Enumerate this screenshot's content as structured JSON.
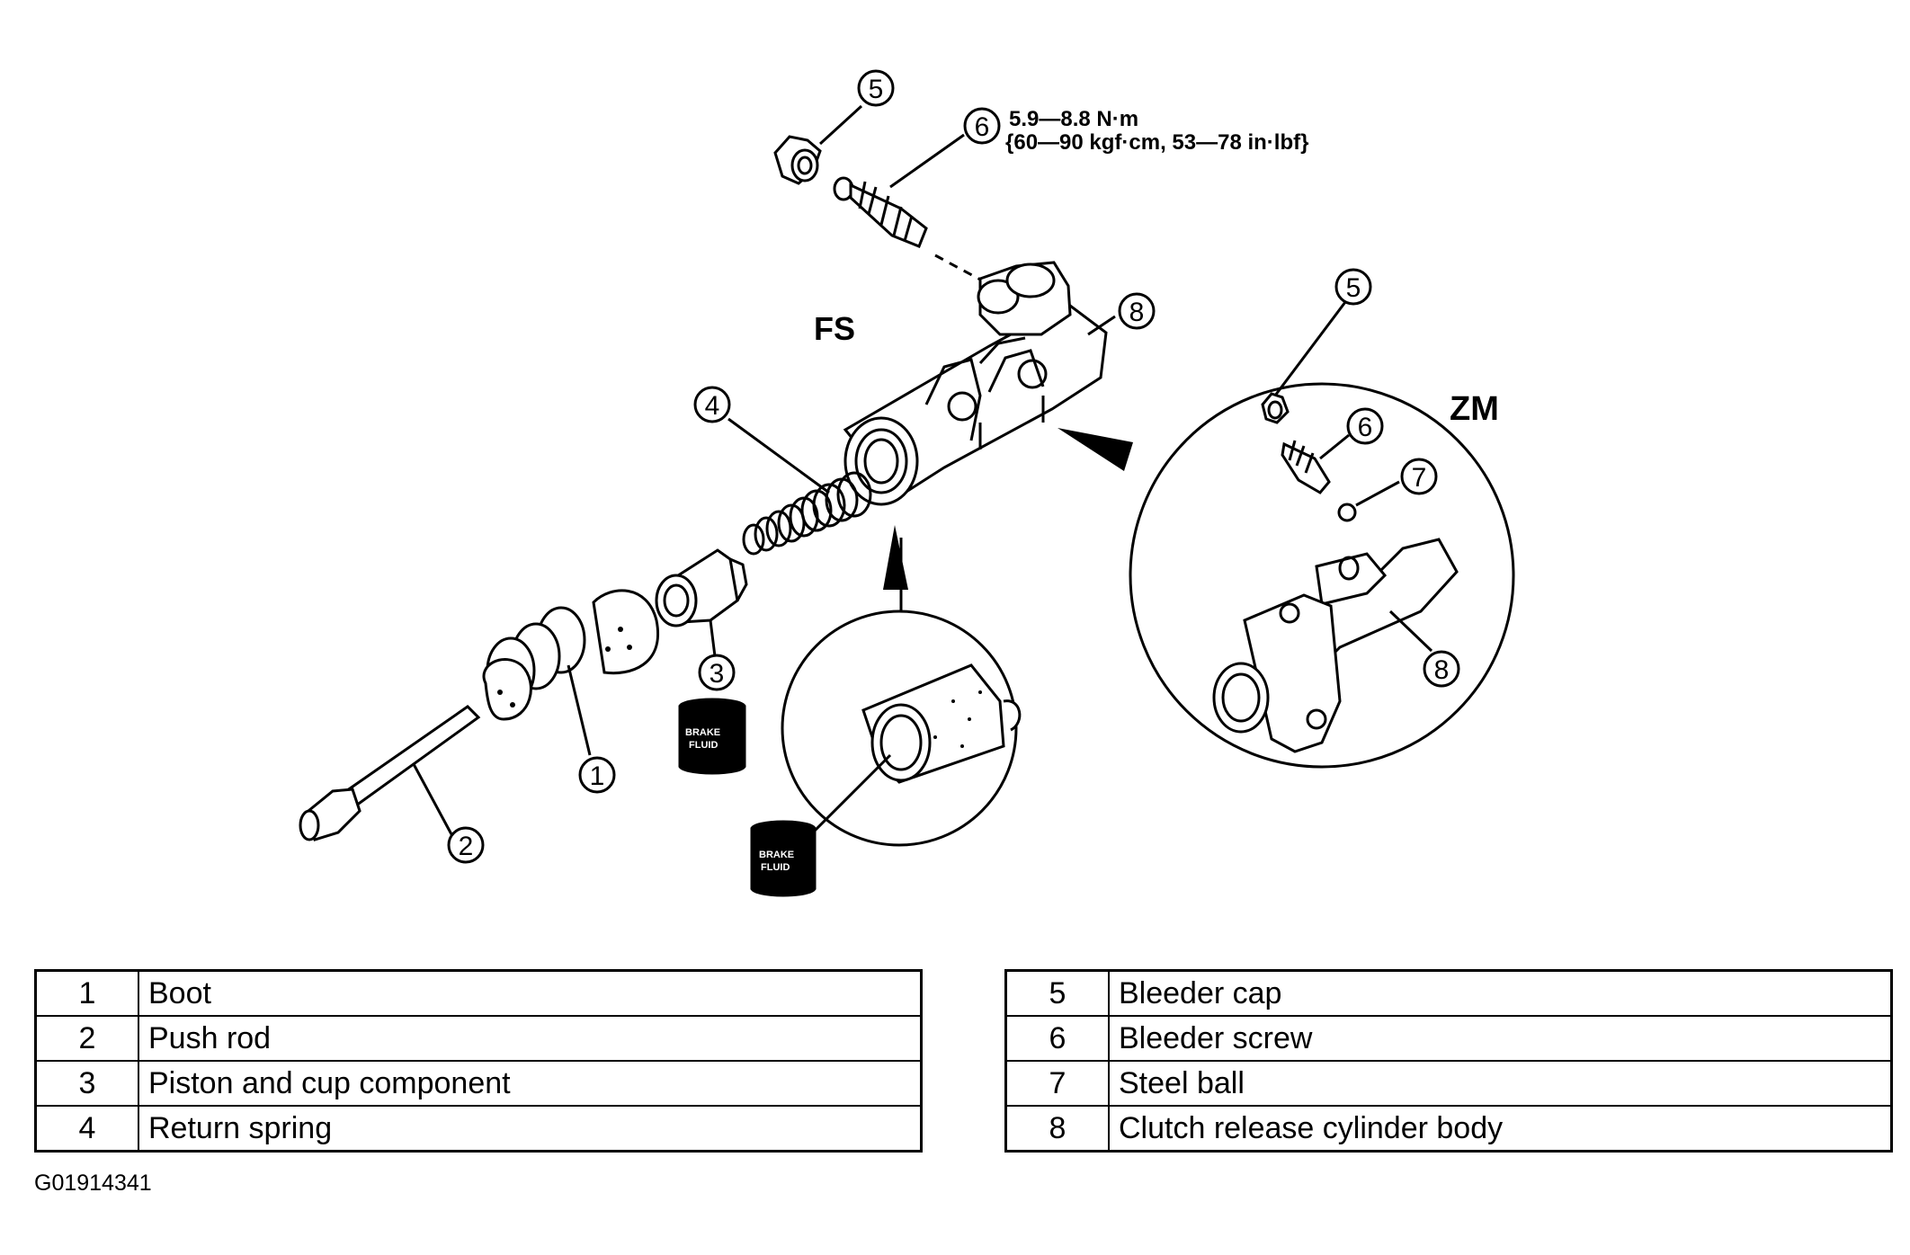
{
  "diagram": {
    "variant_labels": [
      "FS",
      "ZM"
    ],
    "torque_spec": {
      "line1": "5.9—8.8 N·m",
      "line2": "{60—90 kgf·cm, 53—78 in·lbf}"
    },
    "fluid_label": [
      "BRAKE",
      "FLUID"
    ],
    "callouts": {
      "boot": "1",
      "push_rod": "2",
      "piston": "3",
      "spring": "4",
      "bleeder_cap": "5",
      "bleeder_screw": "6",
      "body": "8",
      "zm_bleeder_cap": "5",
      "zm_bleeder_screw": "6",
      "zm_steel_ball": "7",
      "zm_body": "8"
    }
  },
  "parts_table_left": [
    {
      "num": "1",
      "name": "Boot"
    },
    {
      "num": "2",
      "name": "Push rod"
    },
    {
      "num": "3",
      "name": "Piston and cup component"
    },
    {
      "num": "4",
      "name": "Return spring"
    }
  ],
  "parts_table_right": [
    {
      "num": "5",
      "name": "Bleeder cap"
    },
    {
      "num": "6",
      "name": "Bleeder screw"
    },
    {
      "num": "7",
      "name": "Steel ball"
    },
    {
      "num": "8",
      "name": "Clutch release cylinder body"
    }
  ],
  "image_id": "G01914341"
}
